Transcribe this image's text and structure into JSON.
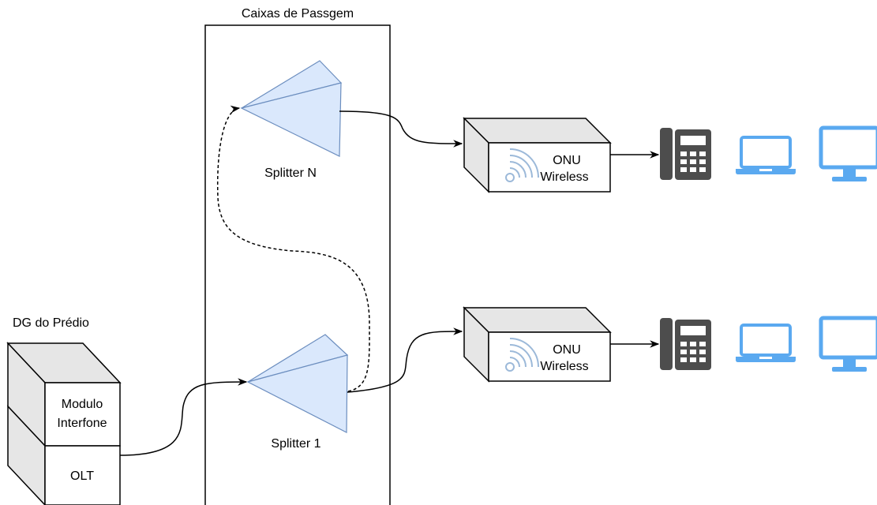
{
  "building": {
    "title": "DG do Prédio",
    "intercom_module": [
      "Modulo",
      "Interfone"
    ],
    "olt": "OLT"
  },
  "passage_box": {
    "title": "Caixas de Passgem"
  },
  "splitters": {
    "top": "Splitter N",
    "bottom": "Splitter 1"
  },
  "onus": [
    {
      "line1": "ONU",
      "line2": "Wireless",
      "icons": [
        "wifi-icon",
        "phone-icon",
        "laptop-icon",
        "monitor-icon"
      ]
    },
    {
      "line1": "ONU",
      "line2": "Wireless",
      "icons": [
        "wifi-icon",
        "phone-icon",
        "laptop-icon",
        "monitor-icon"
      ]
    }
  ],
  "colors": {
    "splitter_fill": "#dae8fc",
    "splitter_stroke": "#6c8ebf",
    "box_face": "#ffffff",
    "box_side": "#e6e6e6",
    "phone": "#4d4d4d",
    "device_blue": "#5aa9f0",
    "wifi": "#9cb9d9"
  }
}
